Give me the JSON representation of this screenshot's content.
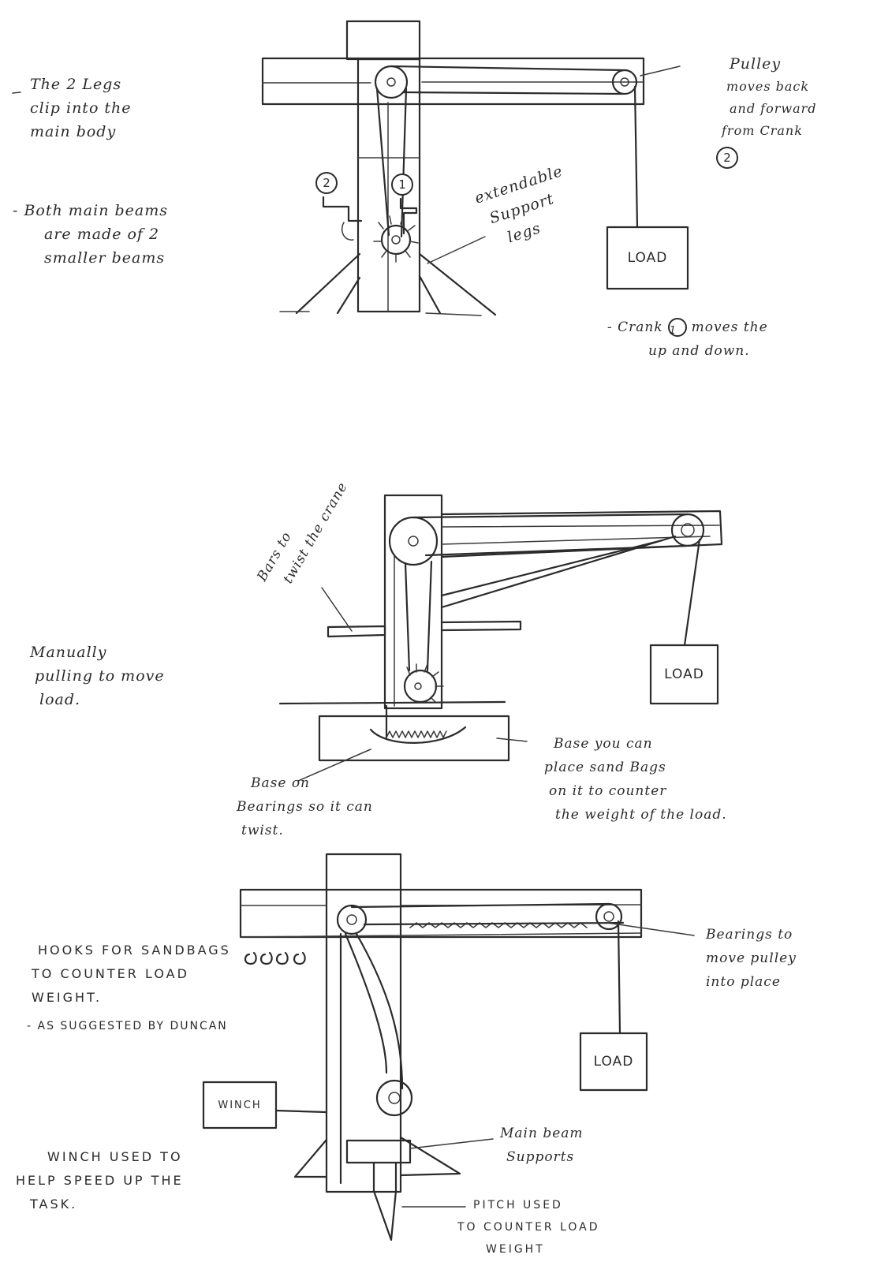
{
  "design1": {
    "legs_note": [
      "The 2 Legs",
      "clip into the",
      "main body"
    ],
    "beams_note": [
      "- Both main beams",
      "are made of 2",
      "smaller beams"
    ],
    "crank2_badge": "2",
    "crank1_badge": "1",
    "support_legs_label": [
      "extendable",
      "Support",
      "legs"
    ],
    "pulley_label": "Pulley",
    "pulley_note": [
      "moves back",
      "and forward",
      "from Crank"
    ],
    "pulley_note_badge": "2",
    "load_label": "LOAD",
    "crank1_note_prefix": "- Crank",
    "crank1_note_badge": "1",
    "crank1_note_suffix": "moves the",
    "crank1_note_line2": "up and down."
  },
  "design2": {
    "bars_label": [
      "Bars to",
      "twist the crane"
    ],
    "manual_note": [
      "Manually",
      "pulling to move",
      "load."
    ],
    "load_label": "LOAD",
    "base_bearings_note": [
      "Base on",
      "Bearings so it can",
      "twist."
    ],
    "base_sandbags_note": [
      "Base you can",
      "place sand Bags",
      "on it to counter",
      "the weight of the load."
    ]
  },
  "design3": {
    "hooks_note": [
      "HOOKS FOR SANDBAGS",
      "TO COUNTER LOAD",
      "WEIGHT."
    ],
    "duncan_note": "- AS SUGGESTED BY DUNCAN",
    "bearings_note": [
      "Bearings to",
      "move pulley",
      "into place"
    ],
    "load_label": "LOAD",
    "winch_label": "WINCH",
    "winch_note": [
      "WINCH USED TO",
      "HELP SPEED UP THE",
      "TASK."
    ],
    "supports_note": [
      "Main beam",
      "Supports"
    ],
    "pitch_note": [
      "PITCH USED",
      "TO COUNTER LOAD",
      "WEIGHT"
    ]
  }
}
